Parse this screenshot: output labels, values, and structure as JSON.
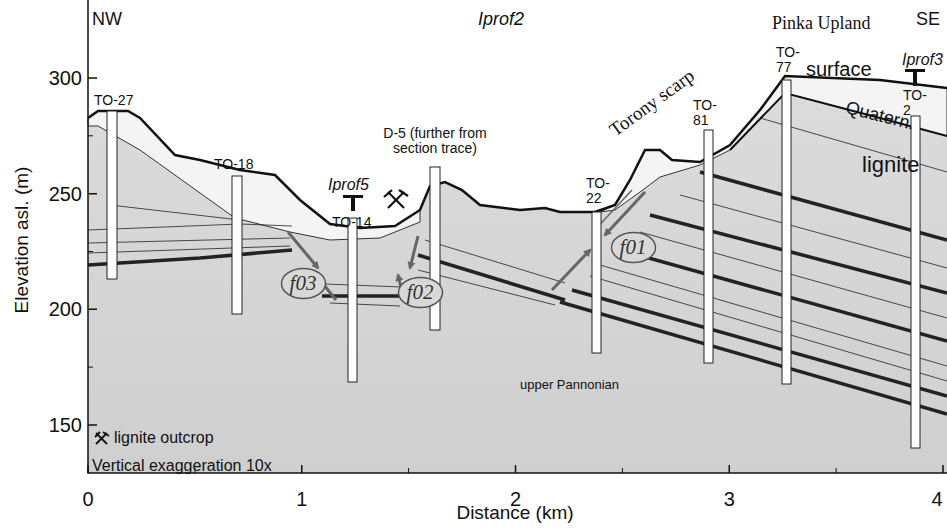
{
  "diagram": {
    "nodes": [
      {
        "text": [
          "f03"
        ]
      },
      {
        "text": [
          "f02"
        ]
      },
      {
        "text": [
          "f01"
        ]
      }
    ],
    "labels": [
      "NW",
      "Iprof2",
      "Pinka Upland",
      "SE",
      "TO-27",
      "TO-18",
      "Iprof5",
      "TO-14",
      "D-5 (further from section trace)",
      "TO-22",
      "Torony scarp",
      "TO-81",
      "TO-77",
      "surface",
      "TO-2",
      "Iprof3",
      "Quatern.",
      "lignite",
      "upper Pannonian",
      "Vertical exaggeration 10x",
      "300",
      "250",
      "200",
      "150",
      "0",
      "1",
      "2",
      "3",
      "4",
      "Elevation asl. (m)",
      "Distance (km)"
    ],
    "legend": [
      {
        "text": "lignite outcrop"
      }
    ]
  }
}
